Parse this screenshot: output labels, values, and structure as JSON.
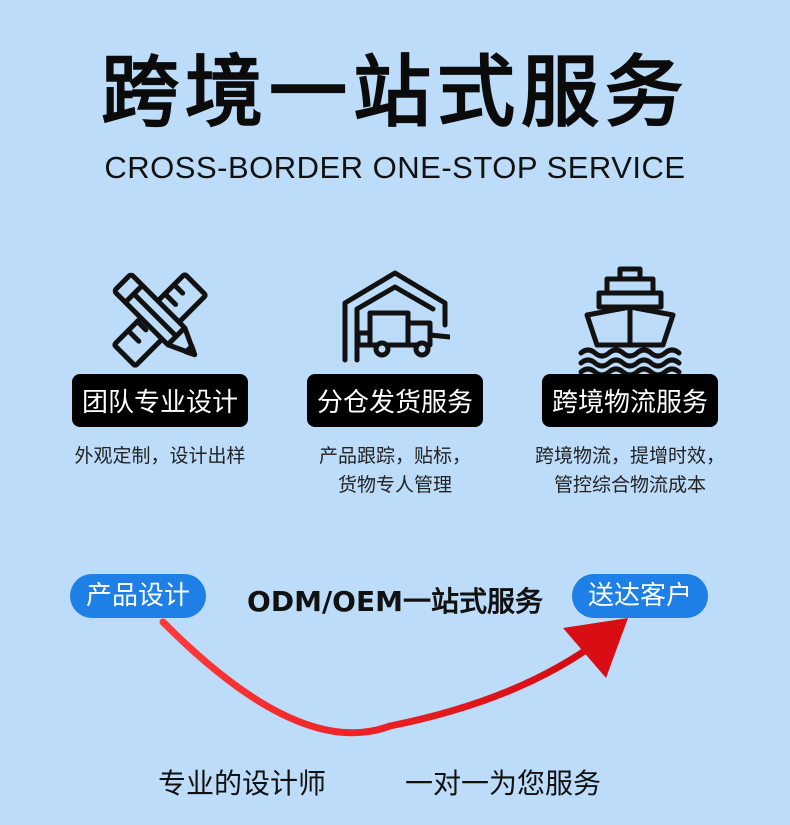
{
  "header": {
    "title": "跨境一站式服务",
    "subtitle": "CROSS-BORDER ONE-STOP SERVICE"
  },
  "features": [
    {
      "icon": "ruler-pencil-icon",
      "label": "团队专业设计",
      "desc_lines": [
        "外观定制，设计出样"
      ]
    },
    {
      "icon": "warehouse-truck-icon",
      "label": "分仓发货服务",
      "desc_lines": [
        "产品跟踪，贴标，",
        "货物专人管理"
      ]
    },
    {
      "icon": "ship-icon",
      "label": "跨境物流服务",
      "desc_lines": [
        "跨境物流，提增时效，",
        "管控综合物流成本"
      ]
    }
  ],
  "flow": {
    "start_label": "产品设计",
    "middle_text": "ODM/OEM一站式服务",
    "end_label": "送达客户",
    "arrow_color": "#e8141a",
    "pill_color": "#1e7fe6"
  },
  "footer": {
    "left": "专业的设计师",
    "right": "一对一为您服务"
  }
}
